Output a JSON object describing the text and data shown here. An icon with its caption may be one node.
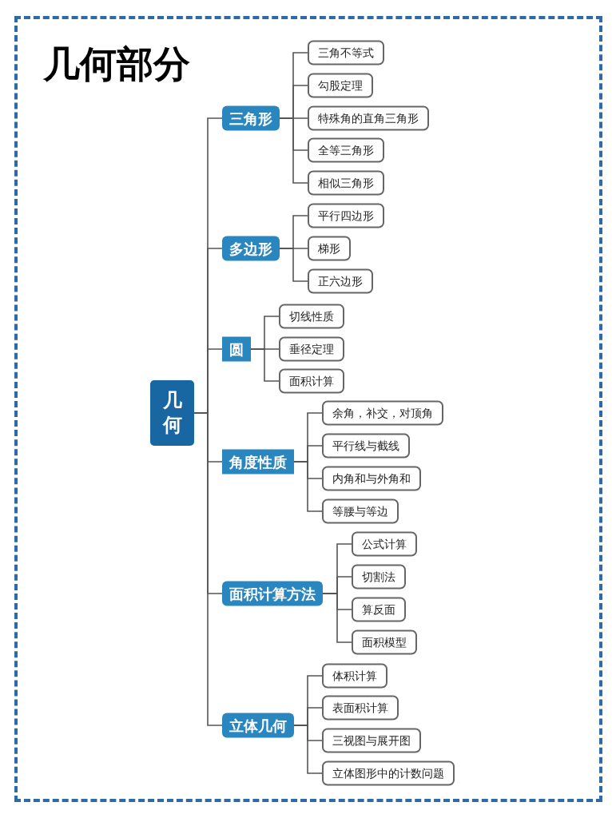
{
  "diagram": {
    "title": "几何部分",
    "nodes": [
      {
        "text": [
          "几何"
        ]
      },
      {
        "text": [
          "三角形"
        ]
      },
      {
        "text": [
          "三角不等式"
        ]
      },
      {
        "text": [
          "勾股定理"
        ]
      },
      {
        "text": [
          "特殊角的直角三角形"
        ]
      },
      {
        "text": [
          "全等三角形"
        ]
      },
      {
        "text": [
          "相似三角形"
        ]
      },
      {
        "text": [
          "多边形"
        ]
      },
      {
        "text": [
          "平行四边形"
        ]
      },
      {
        "text": [
          "梯形"
        ]
      },
      {
        "text": [
          "正六边形"
        ]
      },
      {
        "text": [
          "圆"
        ]
      },
      {
        "text": [
          "切线性质"
        ]
      },
      {
        "text": [
          "垂径定理"
        ]
      },
      {
        "text": [
          "面积计算"
        ]
      },
      {
        "text": [
          "角度性质"
        ]
      },
      {
        "text": [
          "余角，补交，对顶角"
        ]
      },
      {
        "text": [
          "平行线与截线"
        ]
      },
      {
        "text": [
          "内角和与外角和"
        ]
      },
      {
        "text": [
          "等腰与等边"
        ]
      },
      {
        "text": [
          "面积计算方法"
        ]
      },
      {
        "text": [
          "公式计算"
        ]
      },
      {
        "text": [
          "切割法"
        ]
      },
      {
        "text": [
          "算反面"
        ]
      },
      {
        "text": [
          "面积模型"
        ]
      },
      {
        "text": [
          "立体几何"
        ]
      },
      {
        "text": [
          "体积计算"
        ]
      },
      {
        "text": [
          "表面积计算"
        ]
      },
      {
        "text": [
          "三视图与展开图"
        ]
      },
      {
        "text": [
          "立体图形中的计数问题"
        ]
      }
    ],
    "edges": [
      {
        "from": 0,
        "to": 1,
        "arrow": "none"
      },
      {
        "from": 0,
        "to": 7,
        "arrow": "none"
      },
      {
        "from": 0,
        "to": 11,
        "arrow": "none"
      },
      {
        "from": 0,
        "to": 15,
        "arrow": "none"
      },
      {
        "from": 0,
        "to": 20,
        "arrow": "none"
      },
      {
        "from": 0,
        "to": 25,
        "arrow": "none"
      },
      {
        "from": 1,
        "to": 2,
        "arrow": "none"
      },
      {
        "from": 1,
        "to": 3,
        "arrow": "none"
      },
      {
        "from": 1,
        "to": 4,
        "arrow": "none"
      },
      {
        "from": 1,
        "to": 5,
        "arrow": "none"
      },
      {
        "from": 1,
        "to": 6,
        "arrow": "none"
      },
      {
        "from": 7,
        "to": 8,
        "arrow": "none"
      },
      {
        "from": 7,
        "to": 9,
        "arrow": "none"
      },
      {
        "from": 7,
        "to": 10,
        "arrow": "none"
      },
      {
        "from": 11,
        "to": 12,
        "arrow": "none"
      },
      {
        "from": 11,
        "to": 13,
        "arrow": "none"
      },
      {
        "from": 11,
        "to": 14,
        "arrow": "none"
      },
      {
        "from": 15,
        "to": 16,
        "arrow": "none"
      },
      {
        "from": 15,
        "to": 17,
        "arrow": "none"
      },
      {
        "from": 15,
        "to": 18,
        "arrow": "none"
      },
      {
        "from": 15,
        "to": 19,
        "arrow": "none"
      },
      {
        "from": 20,
        "to": 21,
        "arrow": "none"
      },
      {
        "from": 20,
        "to": 22,
        "arrow": "none"
      },
      {
        "from": 20,
        "to": 23,
        "arrow": "none"
      },
      {
        "from": 20,
        "to": 24,
        "arrow": "none"
      },
      {
        "from": 25,
        "to": 26,
        "arrow": "none"
      },
      {
        "from": 25,
        "to": 27,
        "arrow": "none"
      },
      {
        "from": 25,
        "to": 28,
        "arrow": "none"
      },
      {
        "from": 25,
        "to": 29,
        "arrow": "none"
      }
    ]
  }
}
